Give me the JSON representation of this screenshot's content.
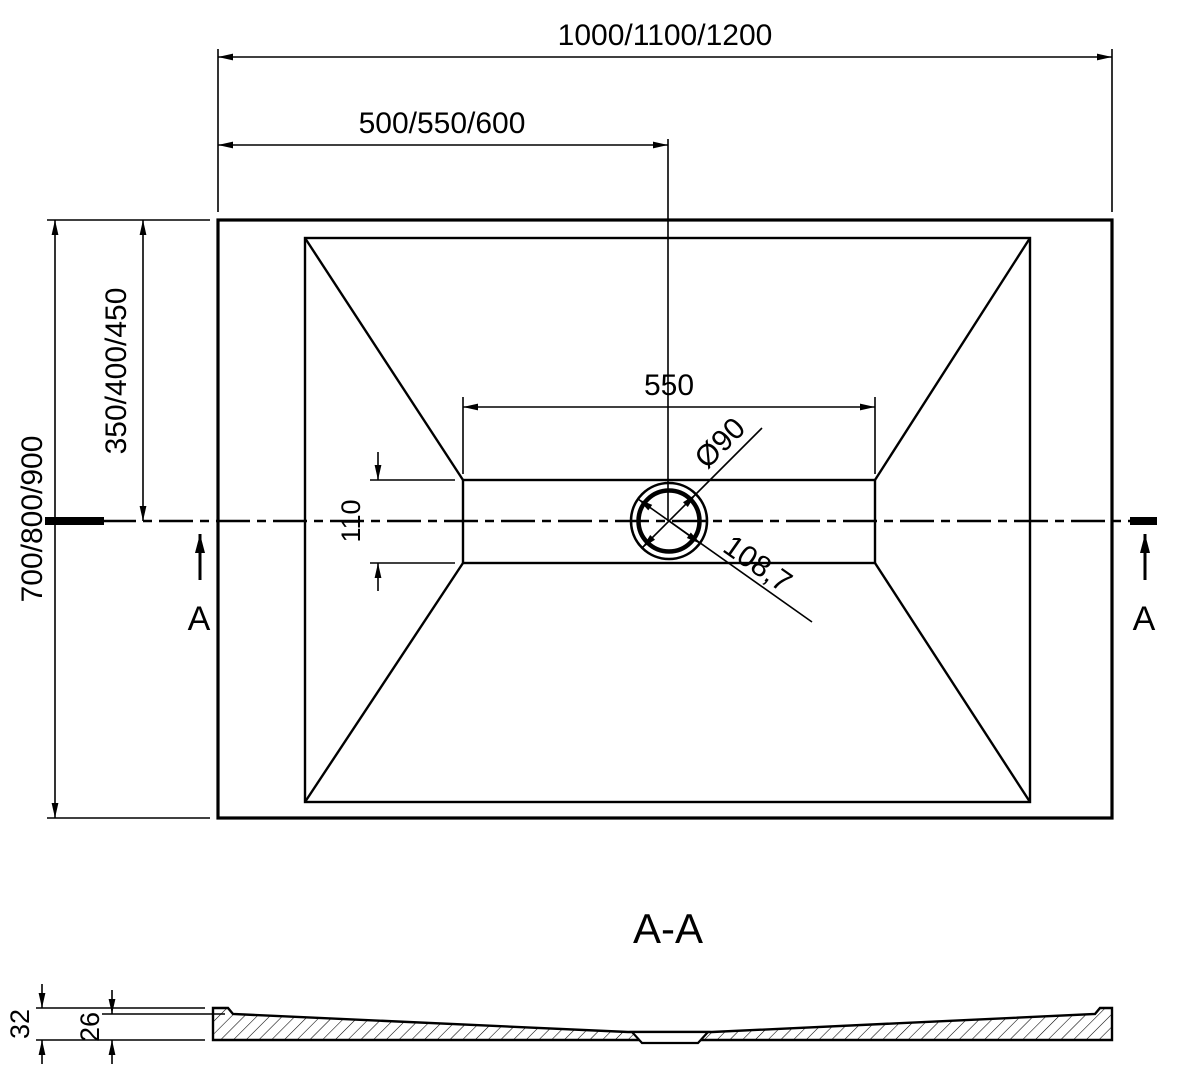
{
  "colors": {
    "background": "#ffffff",
    "line": "#000000"
  },
  "top_view": {
    "dims": {
      "overall_width": "1000/1100/1200",
      "center_width": "500/550/600",
      "overall_depth": "700/800/900",
      "center_depth": "350/400/450",
      "basin_width": "550",
      "basin_depth": "110",
      "drain_diameter": "Ø90",
      "drain_diagonal": "108,7"
    },
    "section_marker_left": "A",
    "section_marker_right": "A"
  },
  "section_view": {
    "title": "A-A",
    "dims": {
      "edge_thickness": "32",
      "surface_thickness": "26"
    }
  }
}
